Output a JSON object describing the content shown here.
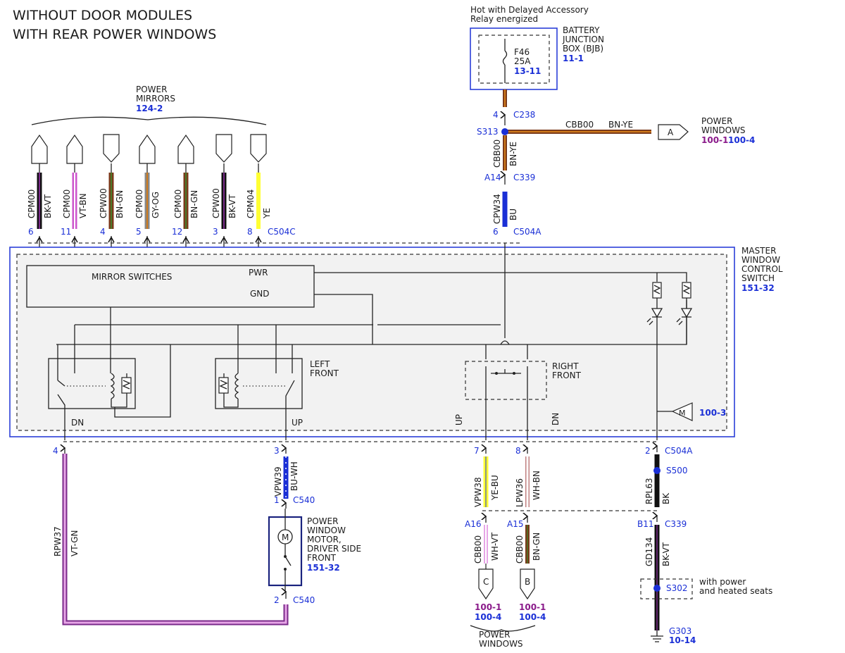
{
  "title": [
    "WITHOUT DOOR MODULES",
    "WITH REAR POWER WINDOWS"
  ],
  "power_note": [
    "Hot with Delayed Accessory",
    "Relay energized"
  ],
  "bjb": {
    "name": [
      "BATTERY",
      "JUNCTION",
      "BOX (BJB)"
    ],
    "ref": "11-1",
    "fuse": "F46",
    "amps": "25A",
    "fuse_ref": "13-11"
  },
  "mirrors": {
    "label": [
      "POWER",
      "MIRRORS"
    ],
    "ref": "124-2"
  },
  "mirror_wires": [
    {
      "circuit": "CPM00",
      "color_code": "BK-VT",
      "pin": "6",
      "colors": [
        "#111111",
        "#7a2a8a"
      ]
    },
    {
      "circuit": "CPM00",
      "color_code": "VT-BN",
      "pin": "11",
      "colors": [
        "#cc55cc",
        "#ffffff"
      ]
    },
    {
      "circuit": "CPW00",
      "color_code": "BN-GN",
      "pin": "4",
      "colors": [
        "#7a3a1a",
        "#4a7a2a"
      ]
    },
    {
      "circuit": "CPM00",
      "color_code": "GY-OG",
      "pin": "5",
      "colors": [
        "#888888",
        "#d07a1a"
      ]
    },
    {
      "circuit": "CPM00",
      "color_code": "BN-GN",
      "pin": "12",
      "colors": [
        "#7a3a1a",
        "#4a7a2a"
      ]
    },
    {
      "circuit": "CPW00",
      "color_code": "BK-VT",
      "pin": "3",
      "colors": [
        "#111111",
        "#7a2a8a"
      ]
    },
    {
      "circuit": "CPM04",
      "color_code": "YE",
      "pin": "8",
      "colors": [
        "#ffff33",
        "#ffff33"
      ]
    }
  ],
  "c504c": "C504C",
  "feed": {
    "c238_pin": "4",
    "c238": "C238",
    "s313": "S313",
    "cbb_circuit": "CBB00",
    "cbb_color": "BN-YE",
    "a14_pin": "A14",
    "c339": "C339",
    "cpw_circuit": "CPW34",
    "cpw_color": "BU",
    "c504a_pin": "6",
    "c504a": "C504A"
  },
  "pw_right": {
    "circuit": "CBB00",
    "color": "BN-YE",
    "connector": "A",
    "label": [
      "POWER",
      "WINDOWS"
    ],
    "ref1": "100-1",
    "ref2": "100-4"
  },
  "master": {
    "name": [
      "MASTER",
      "WINDOW",
      "CONTROL",
      "SWITCH"
    ],
    "ref": "151-32",
    "module_ref": "100-3",
    "motor_sym": "M"
  },
  "mirror_switch": {
    "label": "MIRROR SWITCHES",
    "pwr": "PWR",
    "gnd": "GND"
  },
  "left_front": [
    "LEFT",
    "FRONT"
  ],
  "right_front": [
    "RIGHT",
    "FRONT"
  ],
  "dir": {
    "dn": "DN",
    "up": "UP"
  },
  "lf_dn": {
    "pin": "4",
    "circuit": "RPW37",
    "color": "VT-GN"
  },
  "lf_up": {
    "pin": "3",
    "circuit": "VPW39",
    "color": "BU-WH",
    "c540_pin1": "1",
    "c540": "C540",
    "c540_pin2": "2"
  },
  "motor": {
    "label": [
      "POWER",
      "WINDOW",
      "MOTOR,",
      "DRIVER SIDE",
      "FRONT"
    ],
    "ref": "151-32",
    "sym": "M"
  },
  "rf_up": {
    "pin": "7",
    "circuit": "VPW38",
    "color": "YE-BU",
    "a_pin": "A16",
    "lower_circuit": "CBB00",
    "lower_color": "WH-VT",
    "connector": "C"
  },
  "rf_dn": {
    "pin": "8",
    "circuit": "LPW36",
    "color": "WH-BN",
    "a_pin": "A15",
    "lower_circuit": "CBB00",
    "lower_color": "BN-GN",
    "connector": "B"
  },
  "pw_bottom": {
    "ref1": "100-1",
    "ref2": "100-4",
    "label": [
      "POWER",
      "WINDOWS"
    ]
  },
  "ground": {
    "pin": "2",
    "c504a": "C504A",
    "s500": "S500",
    "circuit": "RPL63",
    "color": "BK",
    "b11": "B11",
    "c339": "C339",
    "circuit2": "GD134",
    "color2": "BK-VT",
    "s302": "S302",
    "note": [
      "with power",
      "and heated seats"
    ],
    "g303": "G303",
    "g_ref": "10-14"
  }
}
